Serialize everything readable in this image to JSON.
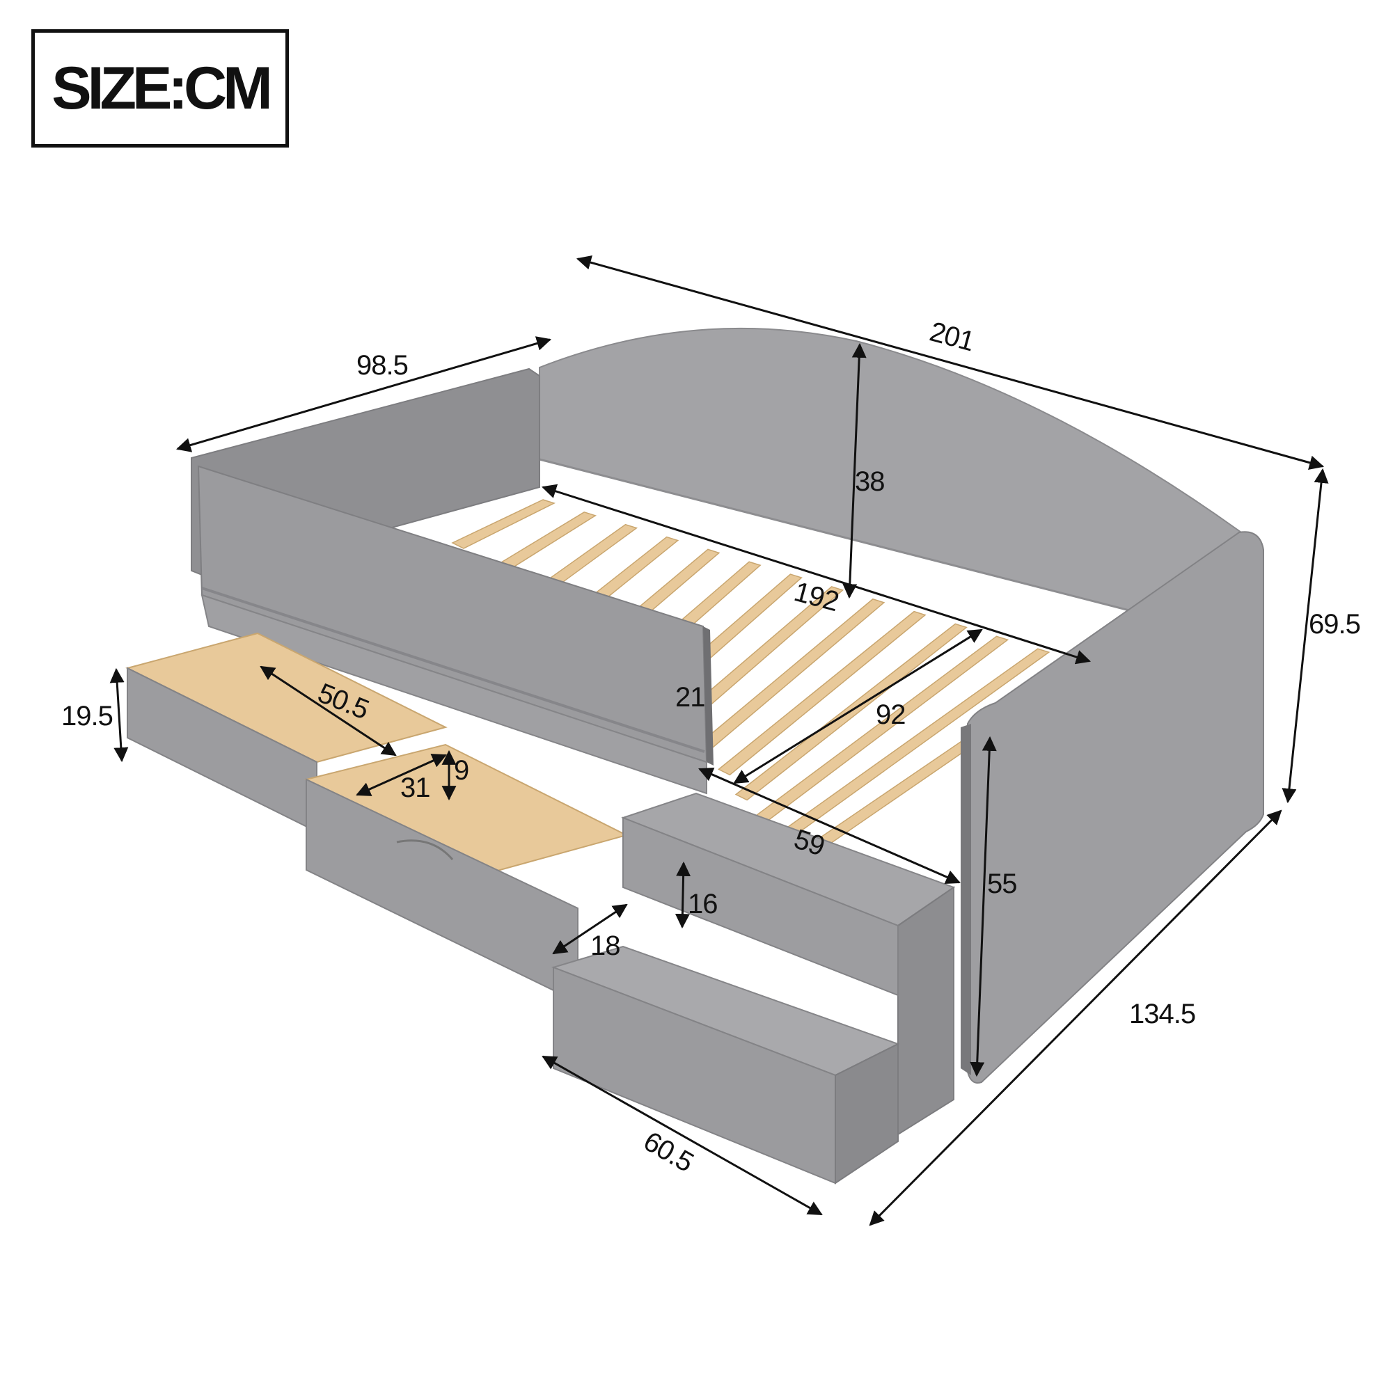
{
  "header": {
    "size_label": "SIZE:CM"
  },
  "dimensions": {
    "backrest_length": "201",
    "side_depth": "98.5",
    "backrest_height": "38",
    "slat_length": "192",
    "overall_height": "69.5",
    "guard_height": "21",
    "slat_width": "92",
    "drawer_height": "19.5",
    "drawer_length": "50.5",
    "drawer_inner_width": "31",
    "drawer_inner_height": "9",
    "opening_width": "59",
    "step_height": "16",
    "step_depth": "18",
    "armrest_height": "55",
    "overall_depth": "134.5",
    "steps_length": "60.5"
  },
  "colors": {
    "upholstery": "#9a9a9c",
    "upholstery_dark": "#7f7f82",
    "upholstery_light": "#b3b3b5",
    "wood": "#e8c99a",
    "wood_dark": "#c9a66f",
    "ink": "#111111"
  }
}
